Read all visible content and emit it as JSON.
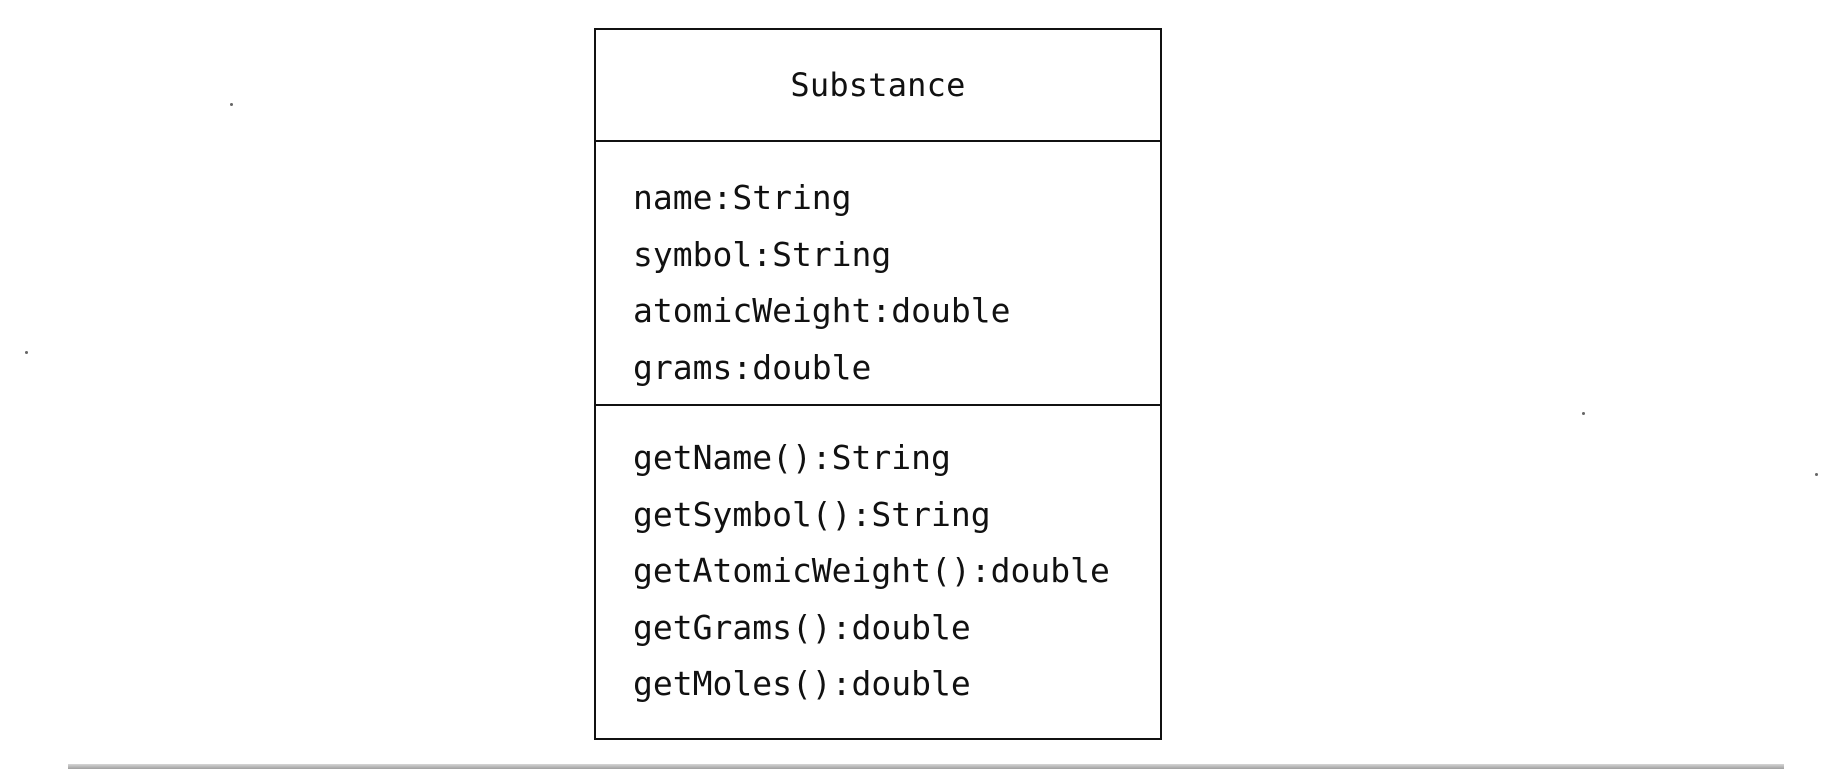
{
  "uml_class": {
    "name": "Substance",
    "attributes": [
      "name:String",
      "symbol:String",
      "atomicWeight:double",
      "grams:double"
    ],
    "operations": [
      "getName():String",
      "getSymbol():String",
      "getAtomicWeight():double",
      "getGrams():double",
      "getMoles():double"
    ]
  }
}
